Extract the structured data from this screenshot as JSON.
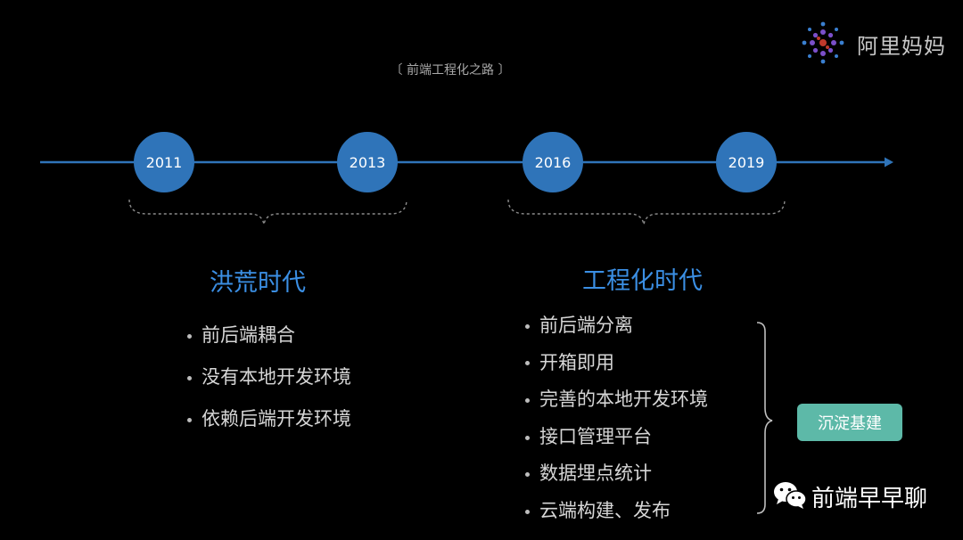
{
  "logo": {
    "text": "阿里妈妈"
  },
  "subtitle": "〔 前端工程化之路 〕",
  "timeline": {
    "years": [
      "2011",
      "2013",
      "2016",
      "2019"
    ]
  },
  "eras": [
    {
      "title": "洪荒时代",
      "items": [
        "前后端耦合",
        "没有本地开发环境",
        "依赖后端开发环境"
      ]
    },
    {
      "title": "工程化时代",
      "items": [
        "前后端分离",
        "开箱即用",
        "完善的本地开发环境",
        "接口管理平台",
        "数据埋点统计",
        "云端构建、发布"
      ]
    }
  ],
  "badge": "沉淀基建",
  "watermark": {
    "text": "前端早早聊"
  },
  "colors": {
    "accent": "#2f74b9",
    "title": "#3b8fe4",
    "badge": "#5db9a8"
  }
}
